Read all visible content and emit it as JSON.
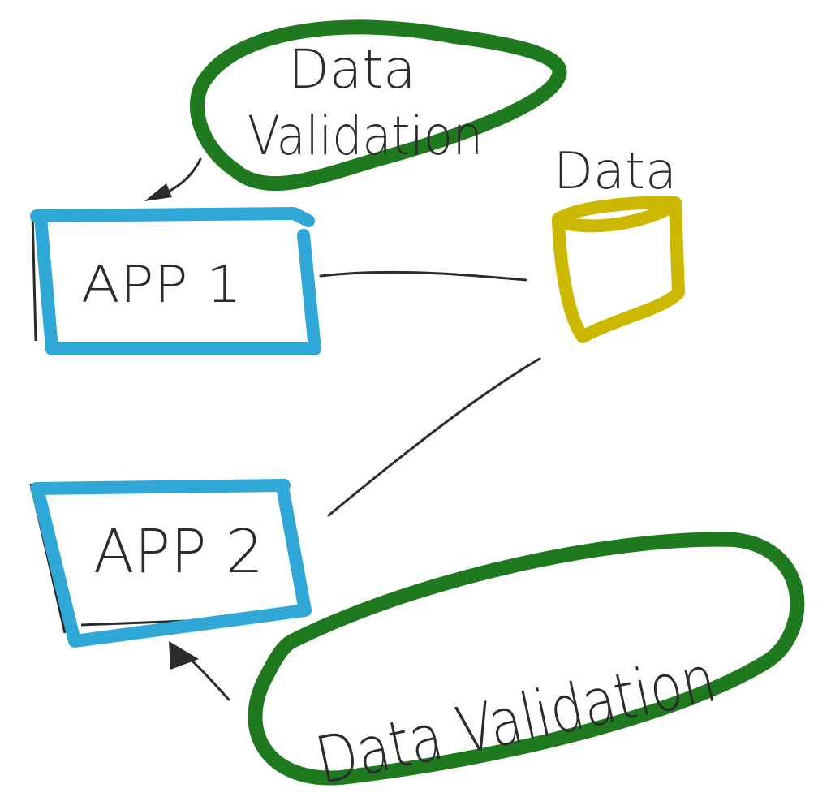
{
  "colors": {
    "validation_outline": "#1f7a1f",
    "app_outline": "#2fa8d8",
    "store_outline": "#cdb800",
    "ink": "#2b2b2b",
    "background": "#ffffff"
  },
  "nodes": {
    "validation_top": {
      "label_line1": "Data",
      "label_line2": "Validation"
    },
    "app1": {
      "label": "APP 1"
    },
    "data_store": {
      "label": "Data"
    },
    "app2": {
      "label": "APP 2"
    },
    "validation_bottom": {
      "label": "Data Validation"
    }
  },
  "edges": [
    {
      "from": "validation_top",
      "to": "app1",
      "arrow": true
    },
    {
      "from": "app1",
      "to": "data_store",
      "arrow": false
    },
    {
      "from": "data_store",
      "to": "app2",
      "arrow": false
    },
    {
      "from": "validation_bottom",
      "to": "app2",
      "arrow": true
    }
  ]
}
